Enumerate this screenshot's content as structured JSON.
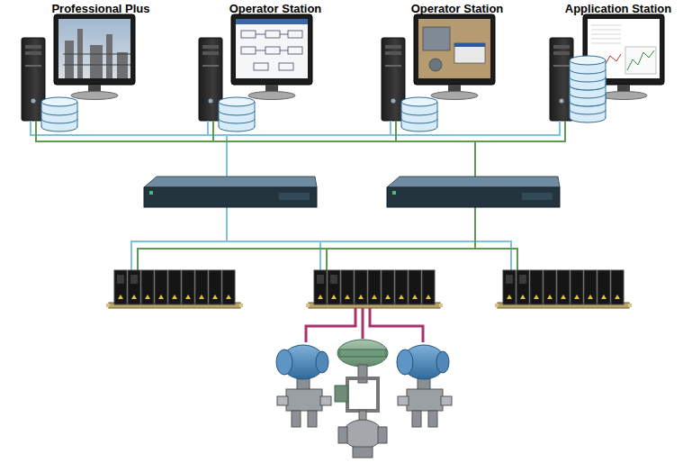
{
  "diagram": {
    "nodes": [
      {
        "text": [
          "Professional Plus"
        ]
      },
      {
        "text": [
          "Operator Station"
        ]
      },
      {
        "text": [
          "Operator Station"
        ]
      },
      {
        "text": [
          "Application Station"
        ]
      }
    ]
  }
}
